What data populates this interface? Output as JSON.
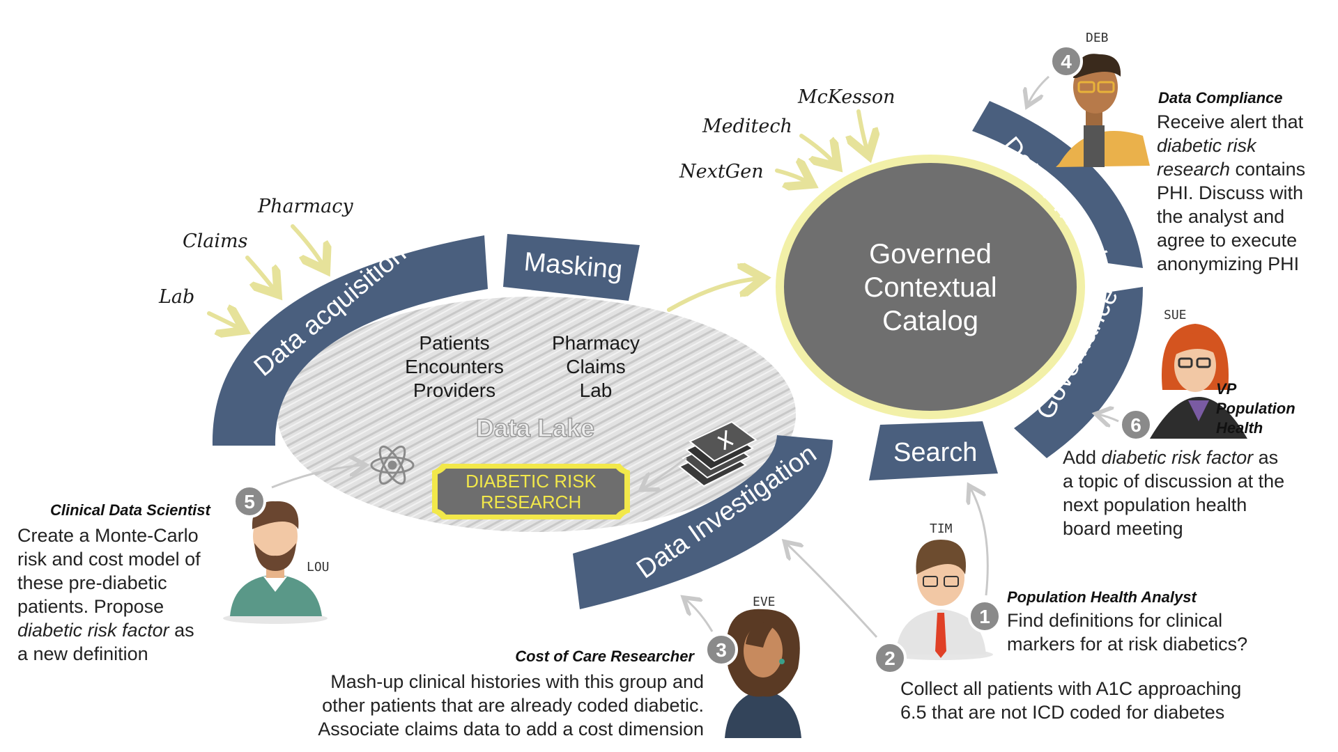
{
  "sources": {
    "lab": "Lab",
    "claims": "Claims",
    "pharmacy": "Pharmacy",
    "nextgen": "NextGen",
    "meditech": "Meditech",
    "mckesson": "McKesson"
  },
  "segments": {
    "data_acquisition": "Data acquisition",
    "masking": "Masking",
    "data_investigation": "Data Investigation",
    "search": "Search",
    "governance": "Governance",
    "data_privacy": "Data Privacy"
  },
  "lake": {
    "title": "Data Lake",
    "col1": [
      "Patients",
      "Encounters",
      "Providers"
    ],
    "col2": [
      "Pharmacy",
      "Claims",
      "Lab"
    ],
    "badge_line1": "DIABETIC RISK",
    "badge_line2": "RESEARCH"
  },
  "catalog": {
    "line1": "Governed",
    "line2": "Contextual",
    "line3": "Catalog"
  },
  "people": {
    "deb": "DEB",
    "sue": "SUE",
    "tim": "TIM",
    "eve": "EVE",
    "lou": "LOU"
  },
  "steps": {
    "s1": "1",
    "s2": "2",
    "s3": "3",
    "s4": "4",
    "s5": "5",
    "s6": "6"
  },
  "roles": {
    "compliance": {
      "title": "Data Compliance",
      "t1": "Receive alert that",
      "t2_em": "diabetic risk",
      "t3_em": "research",
      "t3": " contains",
      "t4": "PHI. Discuss with",
      "t5": "the analyst and",
      "t6": "agree to execute",
      "t7": "anonymizing PHI"
    },
    "vp": {
      "title1": "VP",
      "title2": "Population",
      "title3": "Health",
      "t1a": "Add ",
      "t1_em": "diabetic risk factor",
      "t1b": " as",
      "t2": "a topic of discussion at the",
      "t3": "next population health",
      "t4": "board meeting"
    },
    "analyst": {
      "title": "Population Health Analyst",
      "t1": "Find definitions for clinical",
      "t2": "markers for at risk diabetics?"
    },
    "collect": {
      "t1": "Collect all patients with A1C approaching",
      "t2": "6.5 that are not ICD coded for diabetes"
    },
    "researcher": {
      "title": "Cost of Care Researcher",
      "t1": "Mash-up clinical histories with this group and",
      "t2": "other patients that are already coded diabetic.",
      "t3": "Associate claims data to add a cost dimension"
    },
    "scientist": {
      "title": "Clinical Data Scientist",
      "t1": "Create a Monte-Carlo",
      "t2": "risk and cost model of",
      "t3": "these pre-diabetic",
      "t4": "patients.  Propose",
      "t5_em": "diabetic risk factor",
      "t5": " as",
      "t6": "a new definition"
    }
  },
  "colors": {
    "segment": "#4a5f7e",
    "catalog": "#6f6f6f",
    "catalog_ring": "#f2f0a8",
    "badge_fill": "#6e6e6e",
    "badge_text": "#f2e84a",
    "lake": "#d8d8d8",
    "step_circle": "#8a8a8a"
  },
  "icons": [
    "atom-icon",
    "document-stack-icon"
  ]
}
